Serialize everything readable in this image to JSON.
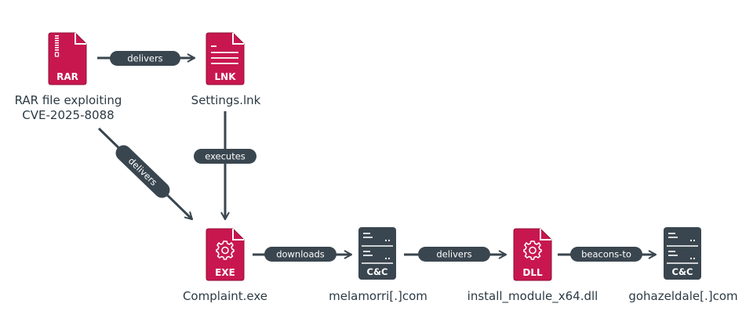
{
  "colors": {
    "file_icon": "#c8174f",
    "server_icon": "#3a464f",
    "edge": "#3a464f",
    "label_text": "#2c3a44"
  },
  "nodes": [
    {
      "id": "rar",
      "icon": "rar-file-icon",
      "badge": "RAR",
      "label_lines": [
        "RAR file exploiting",
        "CVE-2025-8088"
      ]
    },
    {
      "id": "lnk",
      "icon": "lnk-file-icon",
      "badge": "LNK",
      "label_lines": [
        "Settings.lnk"
      ]
    },
    {
      "id": "exe",
      "icon": "exe-file-icon",
      "badge": "EXE",
      "label_lines": [
        "Complaint.exe"
      ]
    },
    {
      "id": "cc1",
      "icon": "server-icon",
      "badge": "C&C",
      "label_lines": [
        "melamorri[.]com"
      ]
    },
    {
      "id": "dll",
      "icon": "dll-file-icon",
      "badge": "DLL",
      "label_lines": [
        "install_module_x64.dll"
      ]
    },
    {
      "id": "cc2",
      "icon": "server-icon",
      "badge": "C&C",
      "label_lines": [
        "gohazeldale[.]com"
      ]
    }
  ],
  "edges": [
    {
      "from": "rar",
      "to": "lnk",
      "label": "delivers"
    },
    {
      "from": "rar",
      "to": "exe",
      "label": "delivers"
    },
    {
      "from": "lnk",
      "to": "exe",
      "label": "executes"
    },
    {
      "from": "exe",
      "to": "cc1",
      "label": "downloads"
    },
    {
      "from": "cc1",
      "to": "dll",
      "label": "delivers"
    },
    {
      "from": "dll",
      "to": "cc2",
      "label": "beacons-to"
    }
  ]
}
